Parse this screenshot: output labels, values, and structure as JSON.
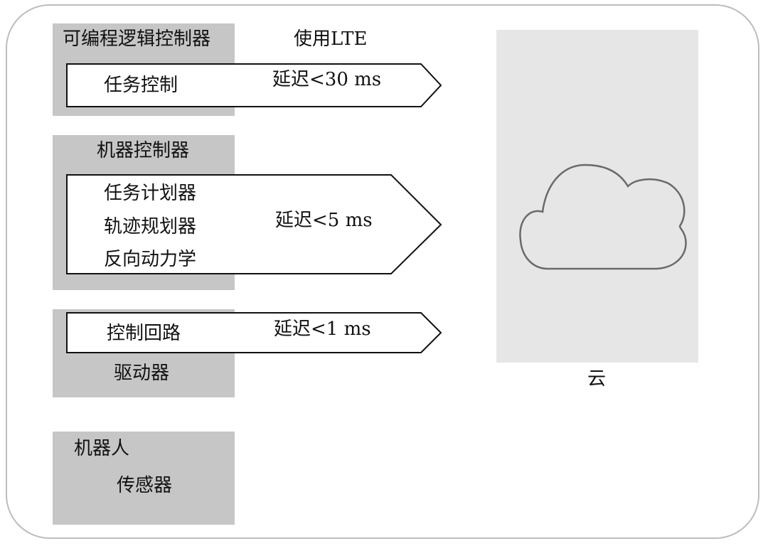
{
  "lte_label": "使用LTE",
  "blocks": {
    "plc": {
      "title": "可编程逻辑控制器",
      "arrow_text": "任务控制",
      "latency": "延迟<30 ms"
    },
    "machine": {
      "title": "机器控制器",
      "items": [
        "任务计划器",
        "轨迹规划器",
        "反向动力学"
      ],
      "latency": "延迟<5 ms"
    },
    "drive": {
      "arrow_text": "控制回路",
      "latency": "延迟<1 ms",
      "title": "驱动器"
    },
    "robot": {
      "title": "机器人",
      "sensor": "传感器"
    }
  },
  "cloud": {
    "label": "云",
    "icon": "cloud-icon"
  },
  "colors": {
    "box_gray": "#c6c6c6",
    "cloud_panel": "#e6e6e6",
    "frame": "#bdbdbd"
  }
}
